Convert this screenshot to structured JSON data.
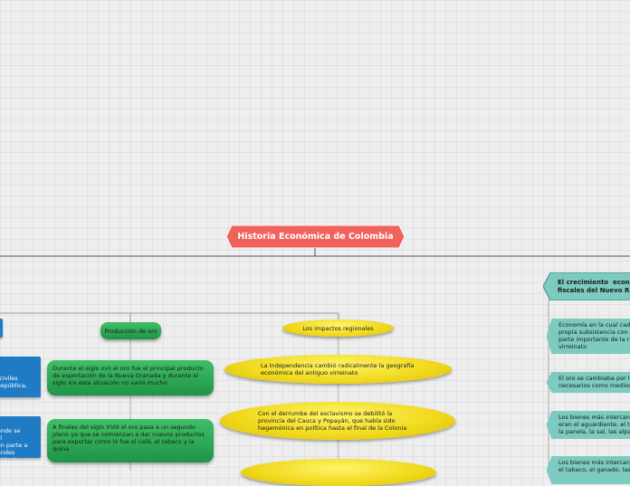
{
  "root": {
    "title": "Historia Económica de Colombia"
  },
  "left_column": {
    "header_partial": "",
    "items": [
      "e\nas civiles\na República,\nras",
      "rande se\n del\ngran parte a\ngrandes\nel ejército."
    ]
  },
  "gold_branch": {
    "title": "Producción de oro",
    "items": [
      "Durante el siglo xvii el oro fue el principal producto de exportación de la Nueva Granada y durante el siglo xix esta situación no varió mucho",
      "A finales del siglo XVIII el oro pasa a un segundo plano ya que se comienzan a dar nuevos productos para exportar como lo fue el café, el tabaco y la quina"
    ]
  },
  "regional_branch": {
    "title": "Los impactos regionales",
    "items": [
      "La Independencia cambió radicalmente la geografía económica del antiguo virreinato",
      "Con el derrumbe del esclavismo se debilitó la provincia del Cauca y Popayán, que había sido hegemónica en política hasta el final de la Colonia"
    ]
  },
  "growth_branch": {
    "title": "El crecimiento  econ\nfiscales del Nuevo R",
    "items": [
      "Economía en la cual cad\npropia subsistencia con \nparte importante de la r\nvirreinato",
      "El oro se cambiaba por l\nnecesarios como medios",
      "Los bienes más intercan\neran el aguardiente, el t\nla panela, la sal, las alpa",
      "Los bienes más intercan\nel tabaco, el ganado, las"
    ]
  },
  "colors": {
    "root": "#f0625b",
    "blue": "#1e7bc4",
    "green": "#2aa955",
    "yellow": "#f0dc22",
    "teal": "#7ccac0",
    "line": "#8c8c8c"
  }
}
